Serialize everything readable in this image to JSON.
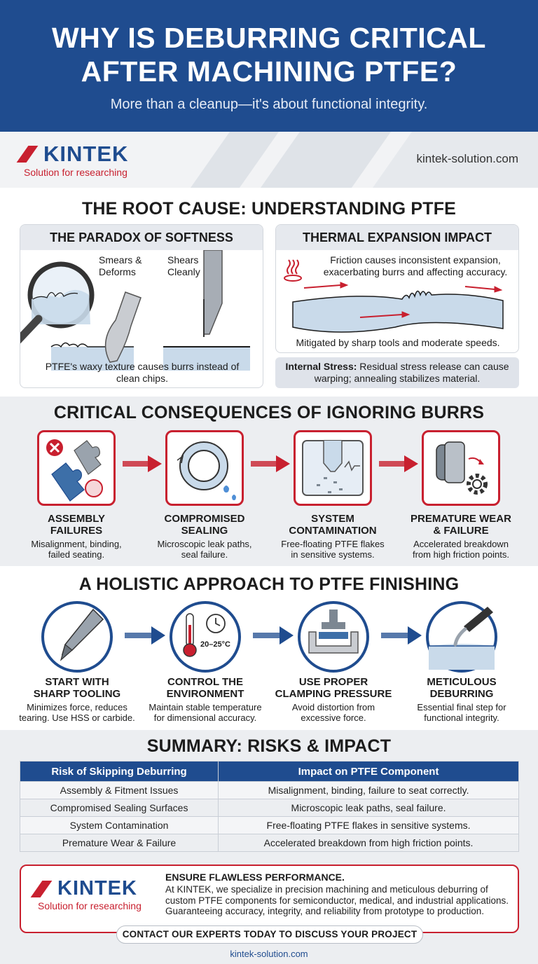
{
  "header": {
    "title_line1": "WHY IS DEBURRING CRITICAL",
    "title_line2": "AFTER MACHINING PTFE?",
    "subtitle": "More than a cleanup—it's about functional integrity."
  },
  "brand": {
    "name": "KINTEK",
    "tagline": "Solution for researching",
    "site": "kintek-solution.com"
  },
  "root_cause": {
    "title": "THE ROOT CAUSE: UNDERSTANDING PTFE",
    "softness": {
      "title": "THE PARADOX OF SOFTNESS",
      "label_left": "Smears & Deforms",
      "label_right": "Shears Cleanly",
      "caption": "PTFE's waxy texture causes burrs instead of clean chips."
    },
    "thermal": {
      "title": "THERMAL EXPANSION IMPACT",
      "top_text": "Friction causes inconsistent expansion, exacerbating burrs and affecting accuracy.",
      "bottom_text": "Mitigated by sharp tools and moderate speeds."
    },
    "stress": {
      "label": "Internal Stress:",
      "text": " Residual stress release can cause warping; annealing stabilizes material."
    }
  },
  "consequences": {
    "title": "CRITICAL CONSEQUENCES OF IGNORING BURRS",
    "items": [
      {
        "title_l1": "ASSEMBLY",
        "title_l2": "FAILURES",
        "desc_l1": "Misalignment, binding,",
        "desc_l2": "failed seating."
      },
      {
        "title_l1": "COMPROMISED",
        "title_l2": "SEALING",
        "desc_l1": "Microscopic leak paths,",
        "desc_l2": "seal failure."
      },
      {
        "title_l1": "SYSTEM",
        "title_l2": "CONTAMINATION",
        "desc_l1": "Free-floating PTFE flakes",
        "desc_l2": "in sensitive systems."
      },
      {
        "title_l1": "PREMATURE WEAR",
        "title_l2": "& FAILURE",
        "desc_l1": "Accelerated breakdown",
        "desc_l2": "from high friction points."
      }
    ]
  },
  "holistic": {
    "title": "A HOLISTIC APPROACH TO PTFE FINISHING",
    "temp_label": "20–25°C",
    "items": [
      {
        "title_l1": "START WITH",
        "title_l2": "SHARP TOOLING",
        "desc_l1": "Minimizes force, reduces",
        "desc_l2": "tearing. Use HSS or carbide."
      },
      {
        "title_l1": "CONTROL THE",
        "title_l2": "ENVIRONMENT",
        "desc_l1": "Maintain stable temperature",
        "desc_l2": "for dimensional accuracy."
      },
      {
        "title_l1": "USE PROPER",
        "title_l2": "CLAMPING PRESSURE",
        "desc_l1": "Avoid distortion from",
        "desc_l2": "excessive force."
      },
      {
        "title_l1": "METICULOUS",
        "title_l2": "DEBURRING",
        "desc_l1": "Essential final step for",
        "desc_l2": "functional integrity."
      }
    ]
  },
  "summary": {
    "title": "SUMMARY: RISKS & IMPACT",
    "headers": [
      "Risk of Skipping Deburring",
      "Impact on PTFE Component"
    ],
    "rows": [
      [
        "Assembly & Fitment Issues",
        "Misalignment, binding, failure to seat correctly."
      ],
      [
        "Compromised Sealing Surfaces",
        "Microscopic leak paths, seal failure."
      ],
      [
        "System Contamination",
        "Free-floating PTFE flakes in sensitive systems."
      ],
      [
        "Premature Wear & Failure",
        "Accelerated breakdown from high friction points."
      ]
    ]
  },
  "cta": {
    "head": "ENSURE FLAWLESS PERFORMANCE.",
    "body_l1": "At KINTEK, we specialize in precision machining and meticulous deburring of",
    "body_l2": "custom PTFE components for semiconductor, medical, and industrial applications.",
    "body_l3": "Guaranteeing accuracy, integrity, and reliability from prototype to production.",
    "button": "CONTACT OUR EXPERTS TODAY TO DISCUSS YOUR PROJECT",
    "site": "kintek-solution.com"
  },
  "colors": {
    "primary": "#1f4c8f",
    "accent": "#c8202f",
    "light": "#eceef1"
  }
}
